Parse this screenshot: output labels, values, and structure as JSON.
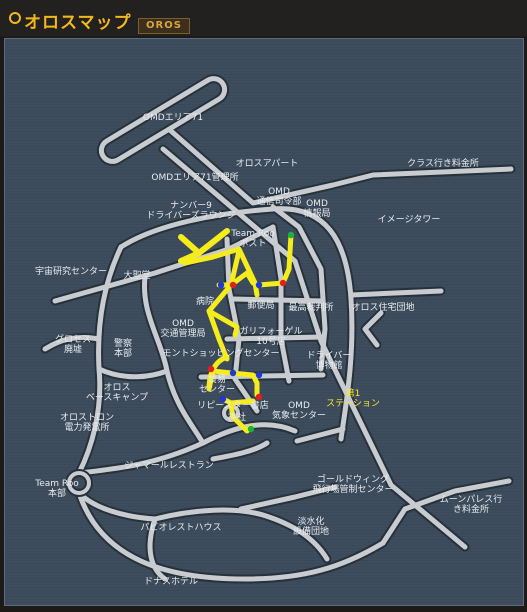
{
  "header": {
    "title": "オロスマップ",
    "badge": "OROS"
  },
  "map": {
    "labels": [
      {
        "key": "omd-area71",
        "text": "OMDエリア71"
      },
      {
        "key": "oros-apartment",
        "text": "オロスアパート"
      },
      {
        "key": "class-toll",
        "text": "クラス行き料金所"
      },
      {
        "key": "omd-area71-office",
        "text": "OMDエリア71管理所"
      },
      {
        "key": "omd-comms-hq",
        "text": "OMD\n通信司令部"
      },
      {
        "key": "omd-intel-bureau",
        "text": "OMD\n情報局"
      },
      {
        "key": "number9-lounge",
        "text": "ナンバー9\nドライバーズラウンジ"
      },
      {
        "key": "image-tower",
        "text": "イメージタワー"
      },
      {
        "key": "team-roo-post",
        "text": "Team Roo\nポスト"
      },
      {
        "key": "space-research-center",
        "text": "宇宙研究センター"
      },
      {
        "key": "great-cathedral",
        "text": "大聖堂"
      },
      {
        "key": "post-office",
        "text": "郵便局"
      },
      {
        "key": "supreme-court",
        "text": "最高裁判所"
      },
      {
        "key": "oros-residential-area",
        "text": "オロス住宅団地"
      },
      {
        "key": "hospital",
        "text": "病院"
      },
      {
        "key": "omd-traffic-control",
        "text": "OMD\n交通管理局"
      },
      {
        "key": "galiphoel-store",
        "text": "ガリフォーゲル\n10号店"
      },
      {
        "key": "grossess-base",
        "text": "グロセス\n廃墟"
      },
      {
        "key": "police-hq",
        "text": "警察\n本部"
      },
      {
        "key": "mont-shopping-center",
        "text": "モントショッピングセンター"
      },
      {
        "key": "driver-museum",
        "text": "ドライバー\n博物館"
      },
      {
        "key": "oros-base-camp",
        "text": "オロス\nベースキャンプ"
      },
      {
        "key": "trade-center",
        "text": "貿易\nセンター"
      },
      {
        "key": "station-1",
        "text": "第1\nステーション"
      },
      {
        "key": "repeater-bookstore",
        "text": "リピースター書店"
      },
      {
        "key": "shrine",
        "text": "神社"
      },
      {
        "key": "omd-weather-center",
        "text": "OMD\n気象センター"
      },
      {
        "key": "oros-tron-plant",
        "text": "オロストロン\n電力発電所"
      },
      {
        "key": "jamar-restaurant",
        "text": "ジャマールレストラン"
      },
      {
        "key": "golden-wing-center",
        "text": "ゴールドウィング\n飛行場管制センター"
      },
      {
        "key": "team-roo-hq",
        "text": "Team Roo\n本部"
      },
      {
        "key": "moon-palace-toll",
        "text": "ムーンパレス行\nき料金所"
      },
      {
        "key": "desalination-plant",
        "text": "淡水化\n設備団地"
      },
      {
        "key": "pabiorest-house",
        "text": "パビオレストハウス"
      },
      {
        "key": "dnas-hotel",
        "text": "ドナスホテル"
      }
    ],
    "colors": {
      "background": "#3e4d5d",
      "road": "#c8ccd0",
      "road_outline": "#26313b",
      "route": "#f4ec1c",
      "marker_red": "#e02020",
      "marker_blue": "#1f36d8",
      "marker_green": "#18b040",
      "station_label": "#f7ea2a"
    },
    "route_arrow": "arrow-icon"
  }
}
